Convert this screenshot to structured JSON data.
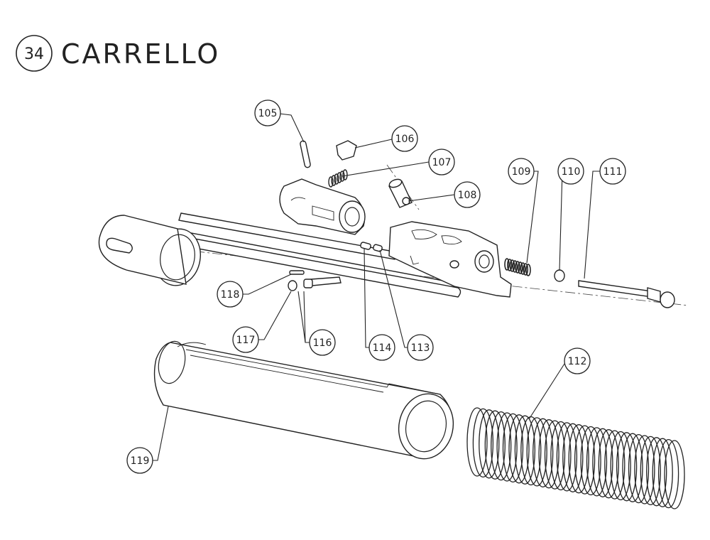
{
  "title": {
    "number": "34",
    "text": "CARRELLO"
  },
  "callouts": [
    {
      "id": "c105",
      "label": "105"
    },
    {
      "id": "c106",
      "label": "106"
    },
    {
      "id": "c107",
      "label": "107"
    },
    {
      "id": "c108",
      "label": "108"
    },
    {
      "id": "c109",
      "label": "109"
    },
    {
      "id": "c110",
      "label": "110"
    },
    {
      "id": "c111",
      "label": "111"
    },
    {
      "id": "c112",
      "label": "112"
    },
    {
      "id": "c113",
      "label": "113"
    },
    {
      "id": "c114",
      "label": "114"
    },
    {
      "id": "c116",
      "label": "116"
    },
    {
      "id": "c117",
      "label": "117"
    },
    {
      "id": "c118",
      "label": "118"
    },
    {
      "id": "c119",
      "label": "119"
    }
  ]
}
